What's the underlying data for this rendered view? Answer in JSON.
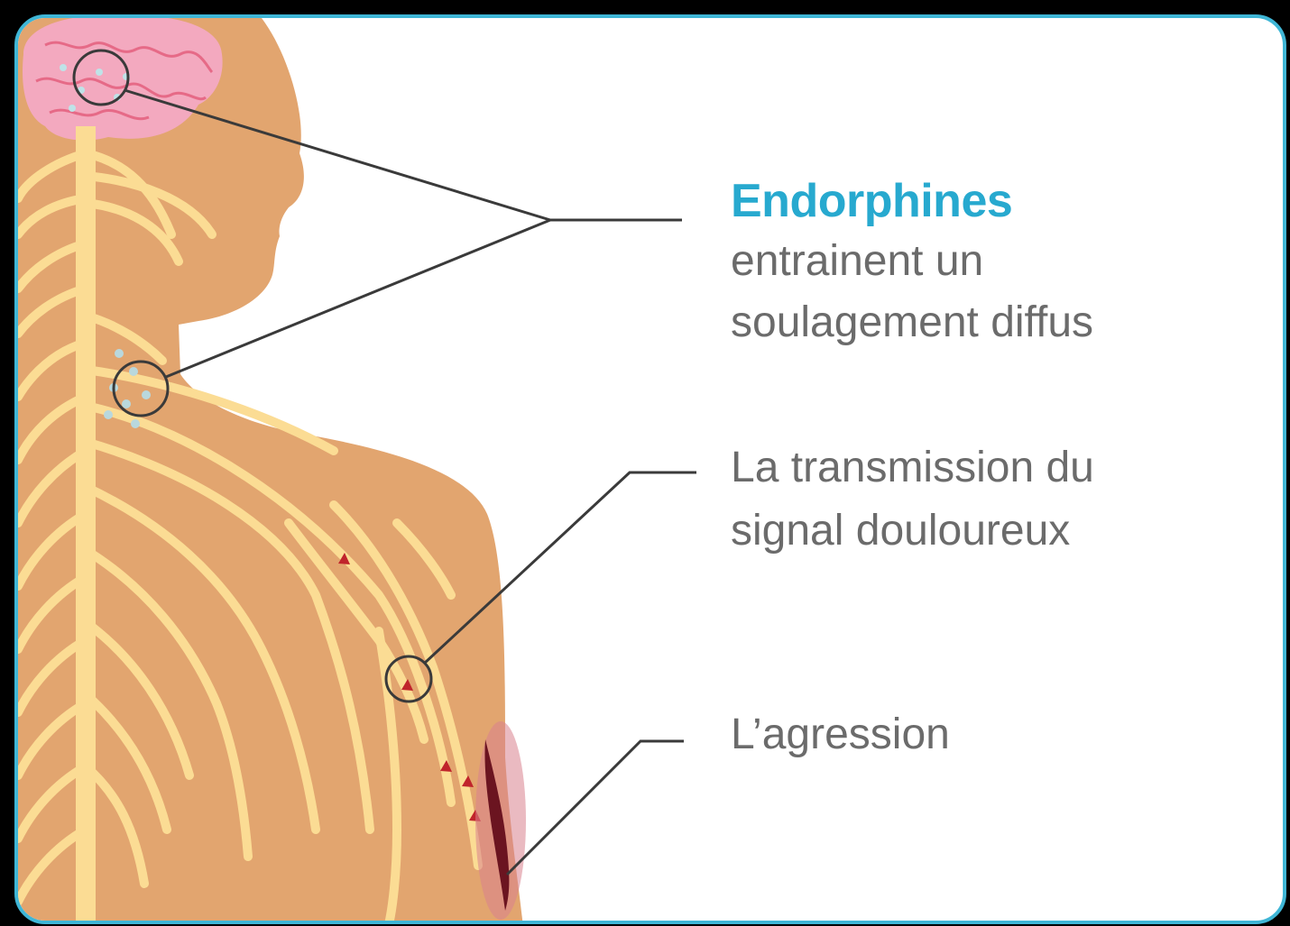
{
  "callouts": {
    "endorphines": {
      "title": "Endorphines",
      "line1": "entrainent un",
      "line2": "soulagement diffus"
    },
    "transmission": {
      "line1": "La transmission du",
      "line2": "signal douloureux"
    },
    "agression": {
      "line1": "L’agression"
    }
  },
  "colors": {
    "accent": "#27a9cf",
    "frame_border": "#3fb6d6",
    "skin": "#e2a56f",
    "nerve": "#fbdc94",
    "brain": "#f3a9bf",
    "wound": "#6b1420",
    "text": "#6b6b6b"
  }
}
